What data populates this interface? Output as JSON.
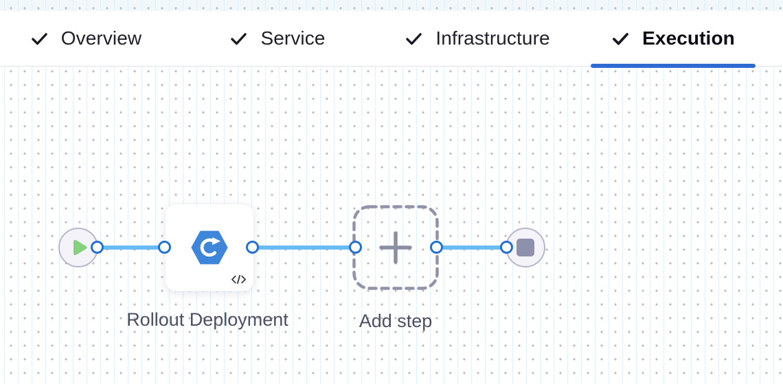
{
  "header": {
    "tabs": [
      {
        "label": "Overview",
        "state": "completed",
        "icon": "check-icon"
      },
      {
        "label": "Service",
        "state": "completed",
        "icon": "check-icon"
      },
      {
        "label": "Infrastructure",
        "state": "completed",
        "icon": "check-icon"
      },
      {
        "label": "Execution",
        "state": "completed",
        "active": true,
        "icon": "check-icon"
      }
    ]
  },
  "pipeline": {
    "start_node": {
      "icon": "play-icon"
    },
    "steps": [
      {
        "name": "Rollout Deployment",
        "icon": "k8s-rolling-deploy-icon",
        "badge_icon": "code-icon"
      }
    ],
    "add_step": {
      "label": "Add step",
      "icon": "plus-icon"
    },
    "end_node": {
      "icon": "stop-icon"
    }
  },
  "colors": {
    "accent_blue": "#2e6bd3",
    "connector_blue": "#68bbf3",
    "port_border_blue": "#2470d0",
    "node_icon_blue": "#3e86d9",
    "success_green": "#85d17f",
    "node_gray": "#8e91ac",
    "grid_dot_gray": "#b5bcc8",
    "label_slate": "#4d4f63"
  }
}
